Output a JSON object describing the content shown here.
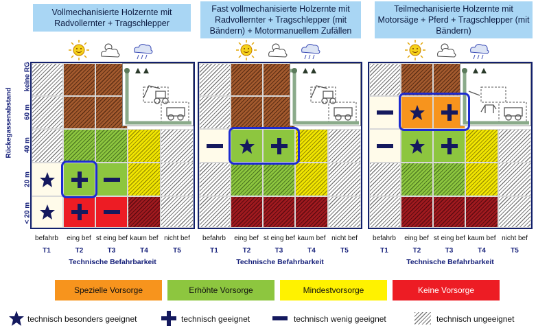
{
  "panels": [
    {
      "title": "Vollmechanisierte Holzernte mit Radvollernter + Tragschlepper"
    },
    {
      "title": "Fast vollmechanisierte Holzernte mit Radvollernter + Tragschlepper (mit Bändern) + Motormanuellem Zufällen"
    },
    {
      "title": "Teilmechanisierte Holzernte mit Motorsäge + Pferd + Tragschlepper (mit Bändern)"
    }
  ],
  "row_axis_title": "Rückegassenabstand",
  "row_labels": [
    "keine RG",
    "60 m",
    "40 m",
    "20 m",
    "< 20 m"
  ],
  "col_labels": [
    "befahrb",
    "eing bef",
    "st eing bef",
    "kaum bef",
    "nicht bef"
  ],
  "col_codes": [
    "T1",
    "T2",
    "T3",
    "T4",
    "T5"
  ],
  "x_axis_title": "Technische Befahrbarkeit",
  "weather_icons": [
    "sun-icon",
    "sun-cloud-icon",
    "rain-cloud-icon"
  ],
  "colors": {
    "orange": "#f7941d",
    "green": "#8dc63f",
    "yellow": "#fff200",
    "red": "#ed1c24",
    "darkred": "#a01a1f",
    "brown": "#a35a2e",
    "title_bg": "#a9d6f4",
    "navy": "#1a1d6b",
    "highlight": "#1c2bd0"
  },
  "legend_vorsorge": [
    {
      "label": "Spezielle Vorsorge",
      "color": "#f7941d"
    },
    {
      "label": "Erhöhte Vorsorge",
      "color": "#8dc63f"
    },
    {
      "label": "Mindestvorsorge",
      "color": "#fff200"
    },
    {
      "label": "Keine Vorsorge",
      "color": "#ed1c24"
    }
  ],
  "legend_symbols": [
    {
      "icon": "star-icon",
      "label": "technisch besonders geeignet"
    },
    {
      "icon": "plus-icon",
      "label": "technisch geeignet"
    },
    {
      "icon": "minus-icon",
      "label": "technisch wenig geeignet"
    },
    {
      "icon": "hatch-icon",
      "label": "technisch ungeeignet"
    }
  ]
}
